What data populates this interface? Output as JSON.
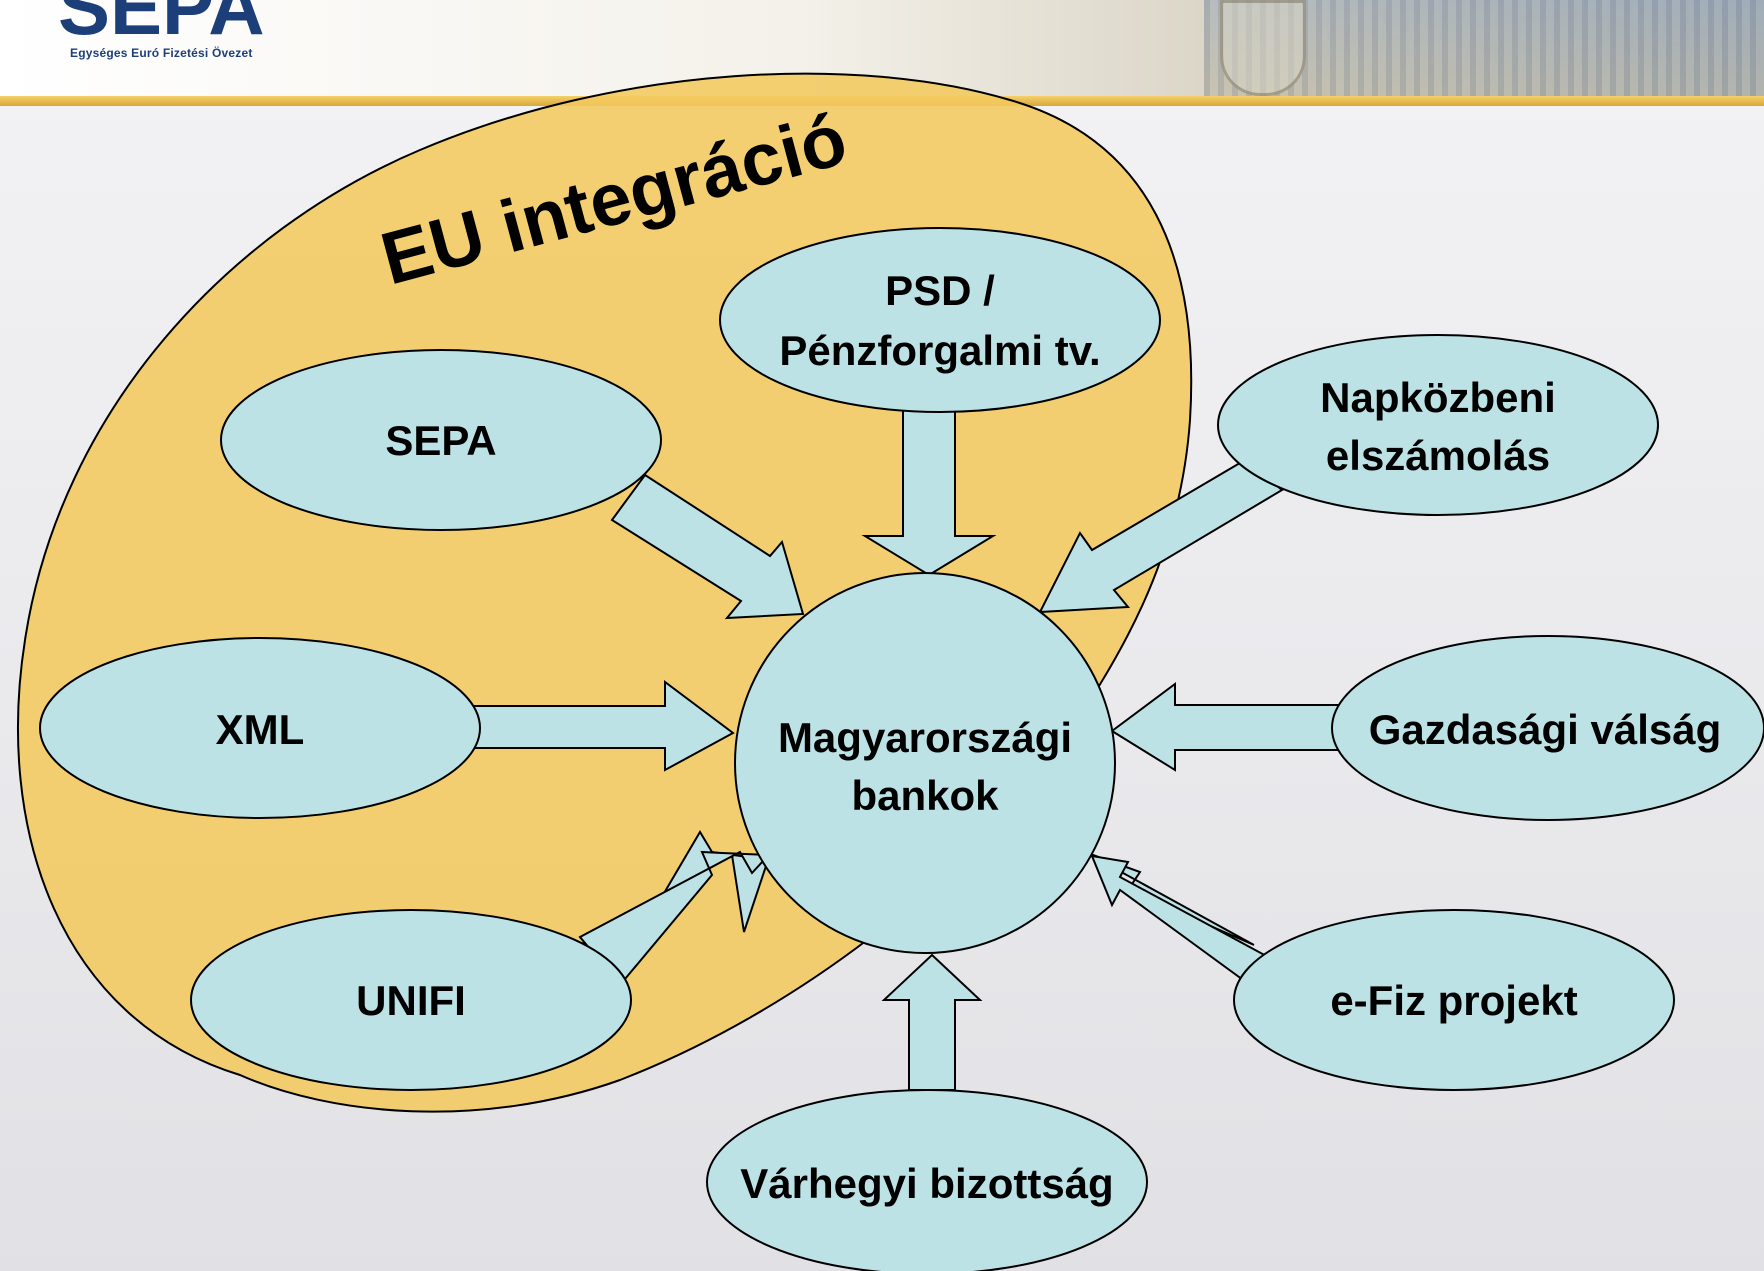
{
  "header": {
    "logo_text": "SEPA",
    "logo_subtitle": "Egységes Euró Fizetési Övezet"
  },
  "diagram": {
    "group_label": "EU integráció",
    "center": {
      "line1": "Magyarországi",
      "line2": "bankok"
    },
    "nodes": {
      "psd": {
        "line1": "PSD /",
        "line2": "Pénzforgalmi tv."
      },
      "sepa": {
        "line1": "SEPA"
      },
      "napkozbeni": {
        "line1": "Napközbeni",
        "line2": "elszámolás"
      },
      "xml": {
        "line1": "XML"
      },
      "gazdasagi": {
        "line1": "Gazdasági válság"
      },
      "unifi": {
        "line1": "UNIFI"
      },
      "efiz": {
        "line1": "e-Fiz projekt"
      },
      "varhegyi": {
        "line1": "Várhegyi bizottság"
      }
    }
  },
  "colors": {
    "node_fill": "#bde2e6",
    "group_fill": "#f2ca5e",
    "arrow_fill": "#bde2e6",
    "outline": "#000000"
  }
}
